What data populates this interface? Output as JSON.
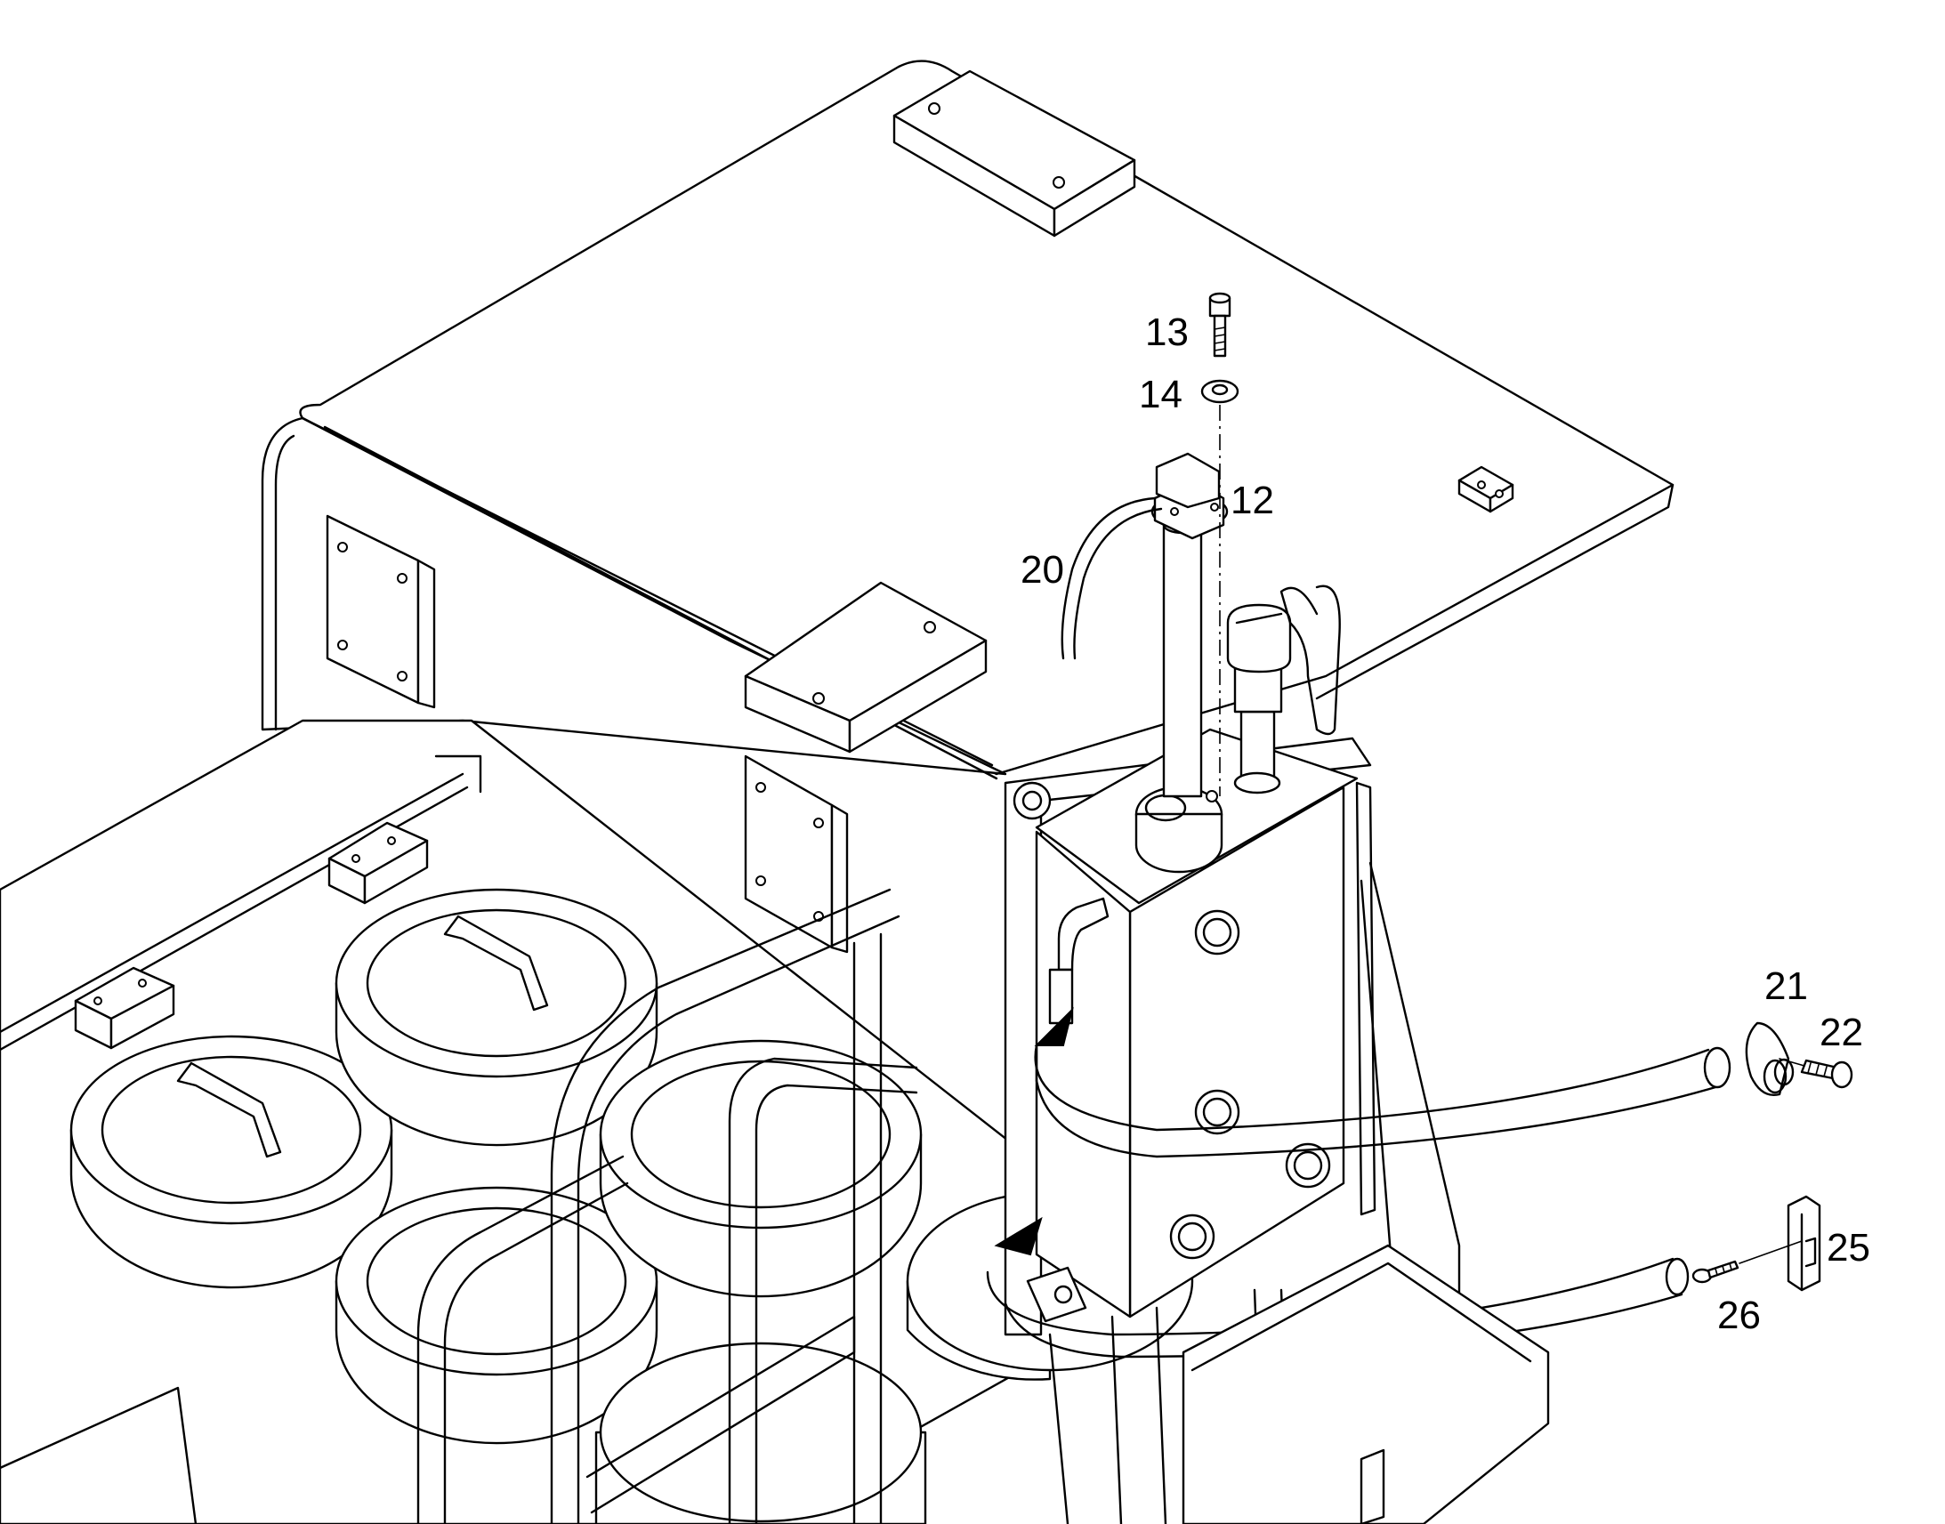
{
  "callouts": {
    "c13": "13",
    "c14": "14",
    "c12": "12",
    "c20": "20",
    "c21": "21",
    "c22": "22",
    "c25": "25",
    "c26": "26"
  },
  "colors": {
    "line": "#000000",
    "background": "#ffffff"
  }
}
